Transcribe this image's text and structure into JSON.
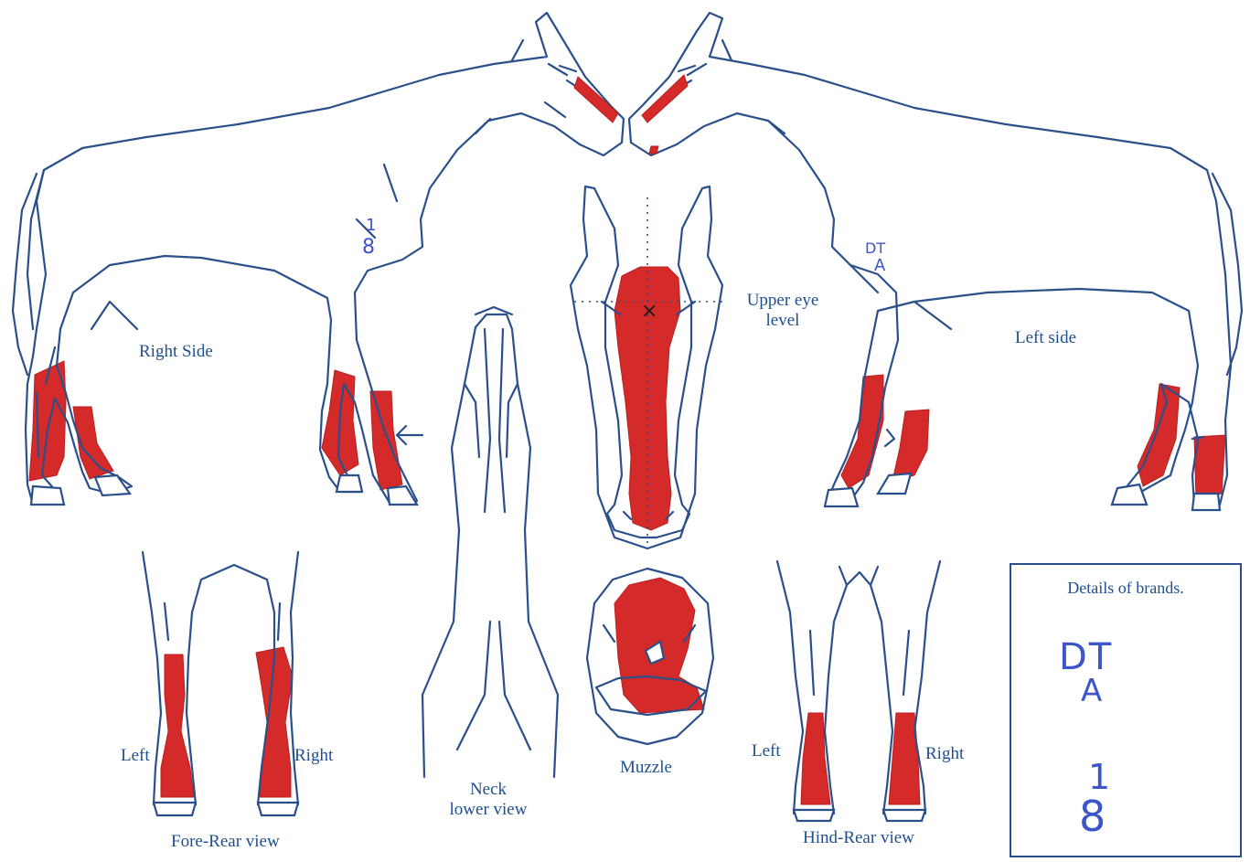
{
  "labels": {
    "right_side": "Right Side",
    "left_side": "Left side",
    "upper_eye_line1": "Upper eye",
    "upper_eye_line2": "level",
    "fore_left": "Left",
    "fore_right": "Right",
    "fore_rear_view": "Fore-Rear view",
    "neck_line1": "Neck",
    "neck_line2": "lower view",
    "muzzle": "Muzzle",
    "hind_left": "Left",
    "hind_right": "Right",
    "hind_rear_view": "Hind-Rear view"
  },
  "brands_box": {
    "title": "Details of brands.",
    "brand1_top": "DT",
    "brand1_bottom": "A",
    "brand2_top": "1",
    "brand2_bottom": "8"
  },
  "handwritten_marks": {
    "right_shoulder_top": "1",
    "right_shoulder_bottom": "8",
    "left_shoulder_top": "DT",
    "left_shoulder_bottom": "A"
  },
  "colors": {
    "outline": "#2a4f8a",
    "marking": "#d42a2a",
    "label": "#1f4f8f",
    "handwriting": "#3d55c8"
  }
}
